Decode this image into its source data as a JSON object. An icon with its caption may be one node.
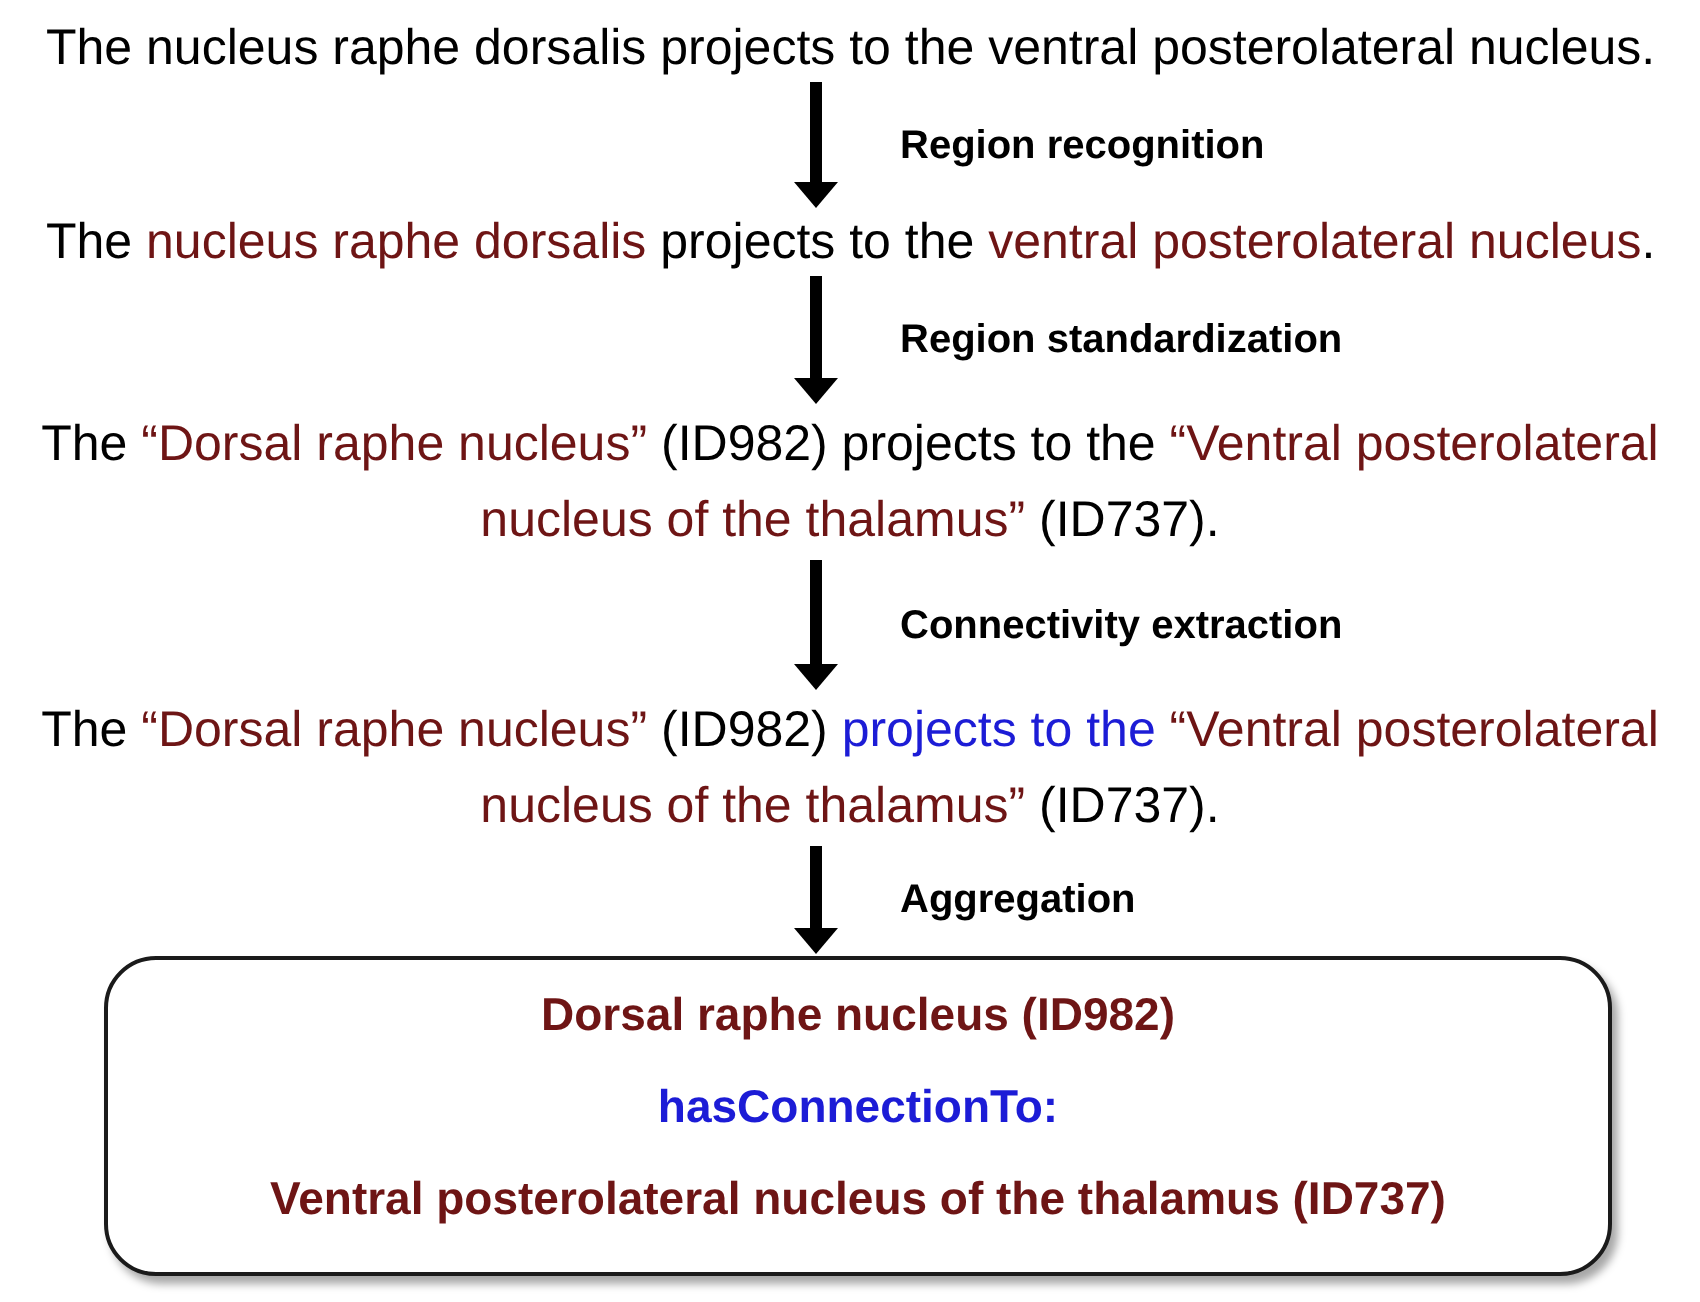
{
  "diagram": {
    "nodes": [
      {
        "text": [
          "The nucleus raphe dorsalis projects to the ventral posterolateral nucleus."
        ]
      },
      {
        "text": [
          "The nucleus raphe dorsalis projects to the ventral posterolateral nucleus."
        ]
      },
      {
        "text": [
          "The “Dorsal raphe nucleus” (ID982) projects to the “Ventral posterolateral nucleus of the thalamus” (ID737)."
        ]
      },
      {
        "text": [
          "The “Dorsal raphe nucleus” (ID982) projects to the “Ventral posterolateral nucleus of the thalamus” (ID737)."
        ]
      },
      {
        "text": [
          "Dorsal raphe nucleus (ID982)",
          "hasConnectionTo:",
          "Ventral posterolateral nucleus of the thalamus (ID737)"
        ]
      }
    ],
    "edges": [
      {
        "from": 0,
        "to": 1,
        "arrow": "to",
        "label": "Region recognition"
      },
      {
        "from": 1,
        "to": 2,
        "arrow": "to",
        "label": "Region standardization"
      },
      {
        "from": 2,
        "to": 3,
        "arrow": "to",
        "label": "Connectivity extraction"
      },
      {
        "from": 3,
        "to": 4,
        "arrow": "to",
        "label": "Aggregation"
      }
    ]
  }
}
